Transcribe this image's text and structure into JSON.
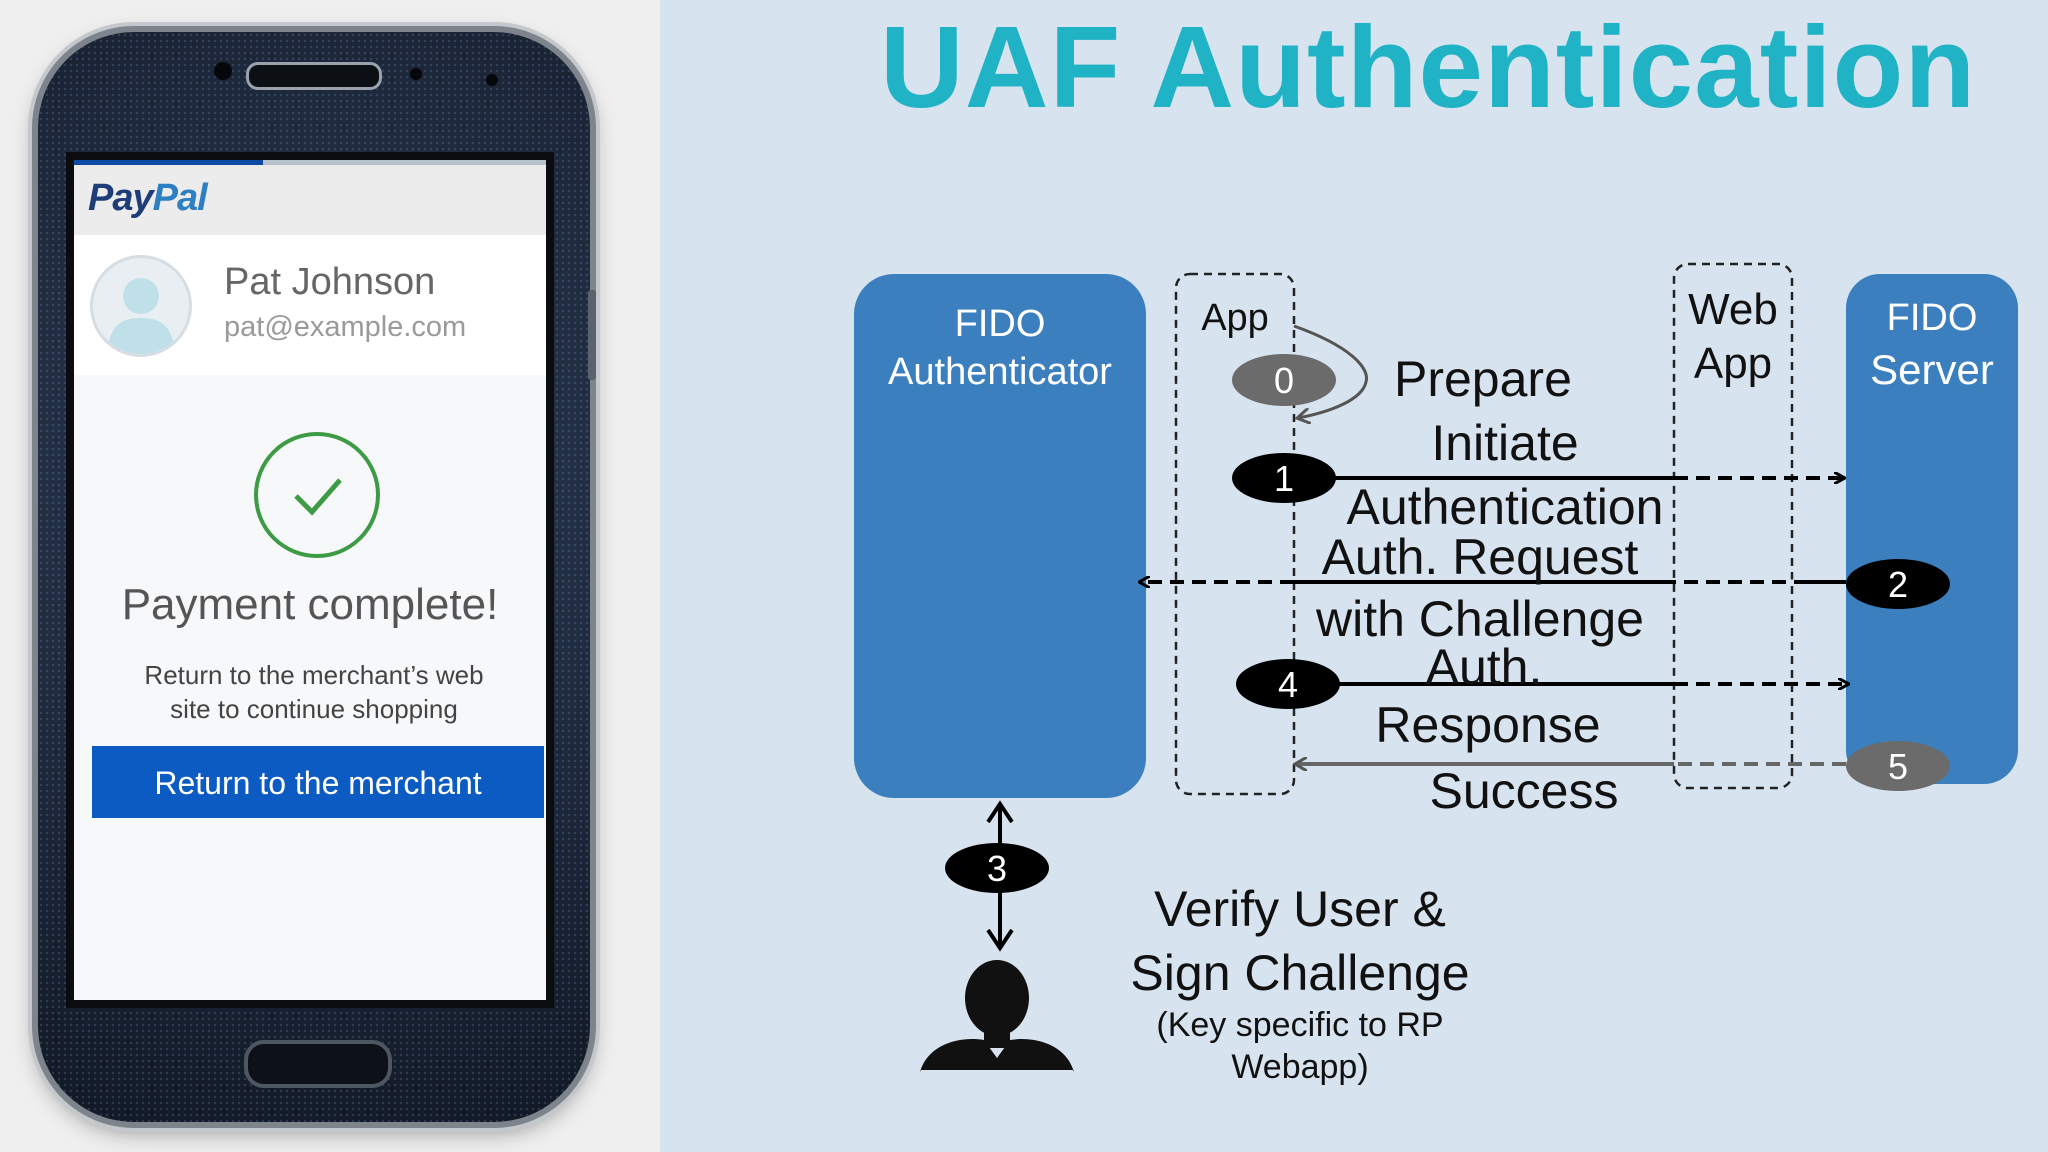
{
  "title": "UAF Authentication",
  "phone": {
    "logo_pay": "Pay",
    "logo_pal": "Pal",
    "user_name": "Pat Johnson",
    "user_email": "pat@example.com",
    "status": "Payment complete!",
    "return_line1": "Return to the merchant’s web",
    "return_line2": "site to continue shopping",
    "return_button": "Return to the merchant"
  },
  "diagram": {
    "fido_auth_line1": "FIDO",
    "fido_auth_line2": "Authenticator",
    "app": "App",
    "web_app_line1": "Web",
    "web_app_line2": "App",
    "fido_server_line1": "FIDO",
    "fido_server_line2": "Server",
    "step0": "0",
    "step1": "1",
    "step2": "2",
    "step3": "3",
    "step4": "4",
    "step5": "5",
    "prepare": "Prepare",
    "initiate": "Initiate",
    "authentication": "Authentication",
    "auth_request": "Auth. Request",
    "with_challenge": "with Challenge",
    "auth": "Auth.",
    "response": "Response",
    "success": "Success",
    "verify_line1": "Verify User &",
    "verify_line2": "Sign Challenge",
    "key_line1": "(Key specific to RP",
    "key_line2": "Webapp)"
  },
  "colors": {
    "title": "#20b3c5",
    "fido_box": "#3b7fbe",
    "background": "#d7e4ef"
  }
}
